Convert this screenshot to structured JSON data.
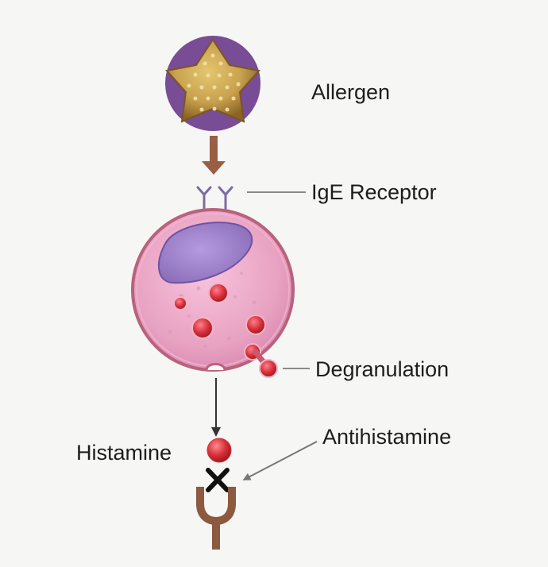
{
  "labels": {
    "allergen": "Allergen",
    "ige_receptor": "IgE Receptor",
    "degranulation": "Degranulation",
    "histamine": "Histamine",
    "antihistamine": "Antihistamine"
  },
  "colors": {
    "background": "#f6f6f4",
    "allergen_body": "#c8a24e",
    "allergen_halo": "#6b3a8c",
    "cell_fill": "#e8a2c2",
    "cell_outline": "#b8627d",
    "nucleus": "#9b7fc6",
    "granule": "#d62f3b",
    "histamine": "#d8323a",
    "receptor": "#8d5a3f",
    "arrow_brown": "#9a5e44",
    "ige_receptor": "#7d6aa6",
    "block_mark": "#111111"
  },
  "icons": {
    "allergen": "pollen-grain-icon",
    "cell": "mast-cell-icon",
    "receptor": "histamine-receptor-icon",
    "block": "x-mark-icon"
  }
}
